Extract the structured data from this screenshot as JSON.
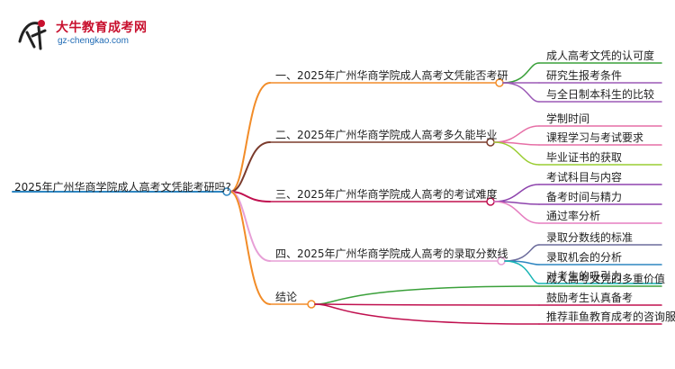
{
  "logo": {
    "title": "大牛教育成考网",
    "url": "gz-chengkao.com"
  },
  "mindmap": {
    "root": "2025年广州华商学院成人高考文凭能考研吗?",
    "branches": [
      {
        "label": "一、2025年广州华商学院成人高考文凭能否考研",
        "color": "#f28c28",
        "children": [
          {
            "label": "成人高考文凭的认可度",
            "color": "#3aa03a"
          },
          {
            "label": "研究生报考条件",
            "color": "#9b59b6"
          },
          {
            "label": "与全日制本科生的比较",
            "color": "#9b59b6"
          }
        ]
      },
      {
        "label": "二、2025年广州华商学院成人高考多久能毕业",
        "color": "#7b3b2c",
        "children": [
          {
            "label": "学制时间",
            "color": "#e66fa6"
          },
          {
            "label": "课程学习与考试要求",
            "color": "#e66fa6"
          },
          {
            "label": "毕业证书的获取",
            "color": "#9acd32"
          }
        ]
      },
      {
        "label": "三、2025年广州华商学院成人高考的考试难度",
        "color": "#c0104f",
        "children": [
          {
            "label": "考试科目与内容",
            "color": "#8e44ad"
          },
          {
            "label": "备考时间与精力",
            "color": "#8e44ad"
          },
          {
            "label": "通过率分析",
            "color": "#e67ec0"
          }
        ]
      },
      {
        "label": "四、2025年广州华商学院成人高考的录取分数线",
        "color": "#e79fd6",
        "children": [
          {
            "label": "录取分数线的标准",
            "color": "#6c6c9c"
          },
          {
            "label": "录取机会的分析",
            "color": "#2e86c1"
          },
          {
            "label": "对考生的吸引力",
            "color": "#17b4b4"
          }
        ]
      },
      {
        "label": "结论",
        "color": "#f28c28",
        "children": [
          {
            "label": "成人高考文凭的多重价值",
            "color": "#3aa03a"
          },
          {
            "label": "鼓励考生认真备考",
            "color": "#c0104f"
          },
          {
            "label": "推荐菲鱼教育成考的咨询服务",
            "color": "#c0104f"
          }
        ]
      }
    ]
  }
}
